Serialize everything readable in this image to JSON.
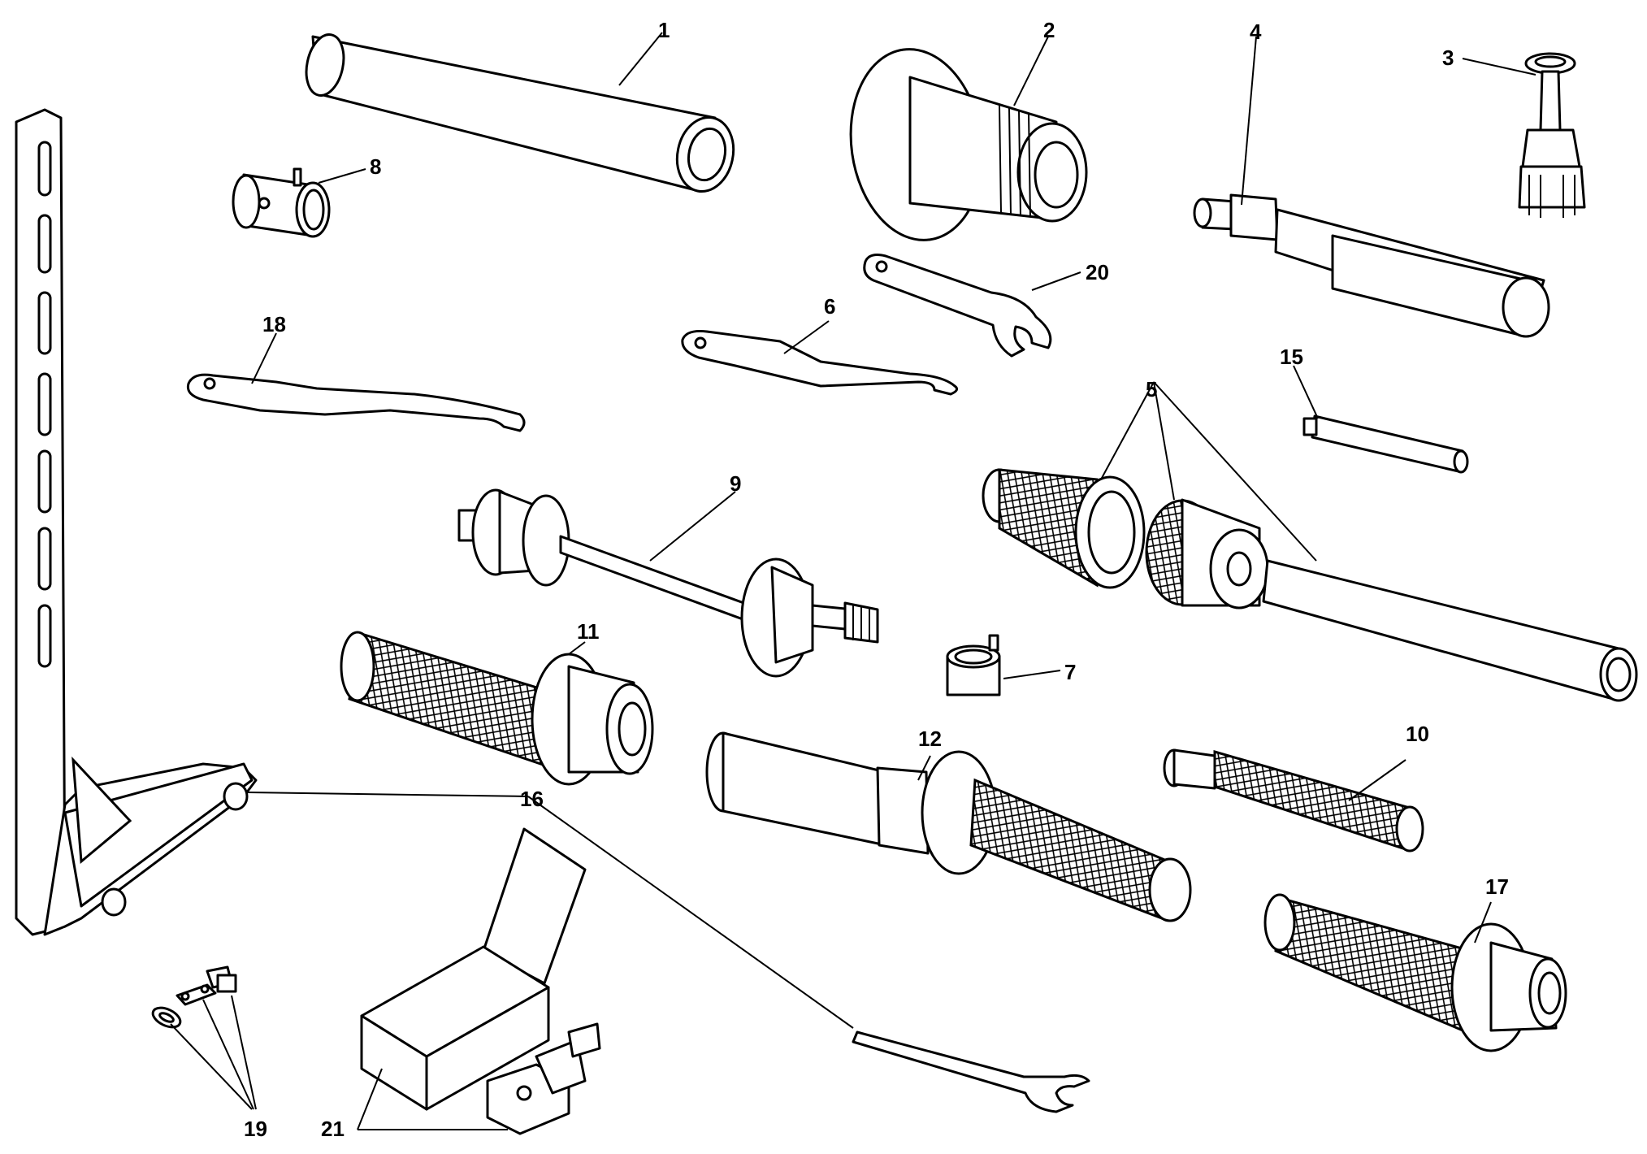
{
  "callouts": {
    "c1": "1",
    "c2": "2",
    "c3": "3",
    "c4": "4",
    "c5": "5",
    "c6": "6",
    "c7": "7",
    "c8": "8",
    "c9": "9",
    "c10": "10",
    "c11": "11",
    "c12": "12",
    "c15": "15",
    "c16": "16",
    "c17": "17",
    "c18": "18",
    "c19": "19",
    "c20": "20",
    "c21": "21"
  },
  "colors": {
    "line": "#000000",
    "background": "#ffffff"
  }
}
